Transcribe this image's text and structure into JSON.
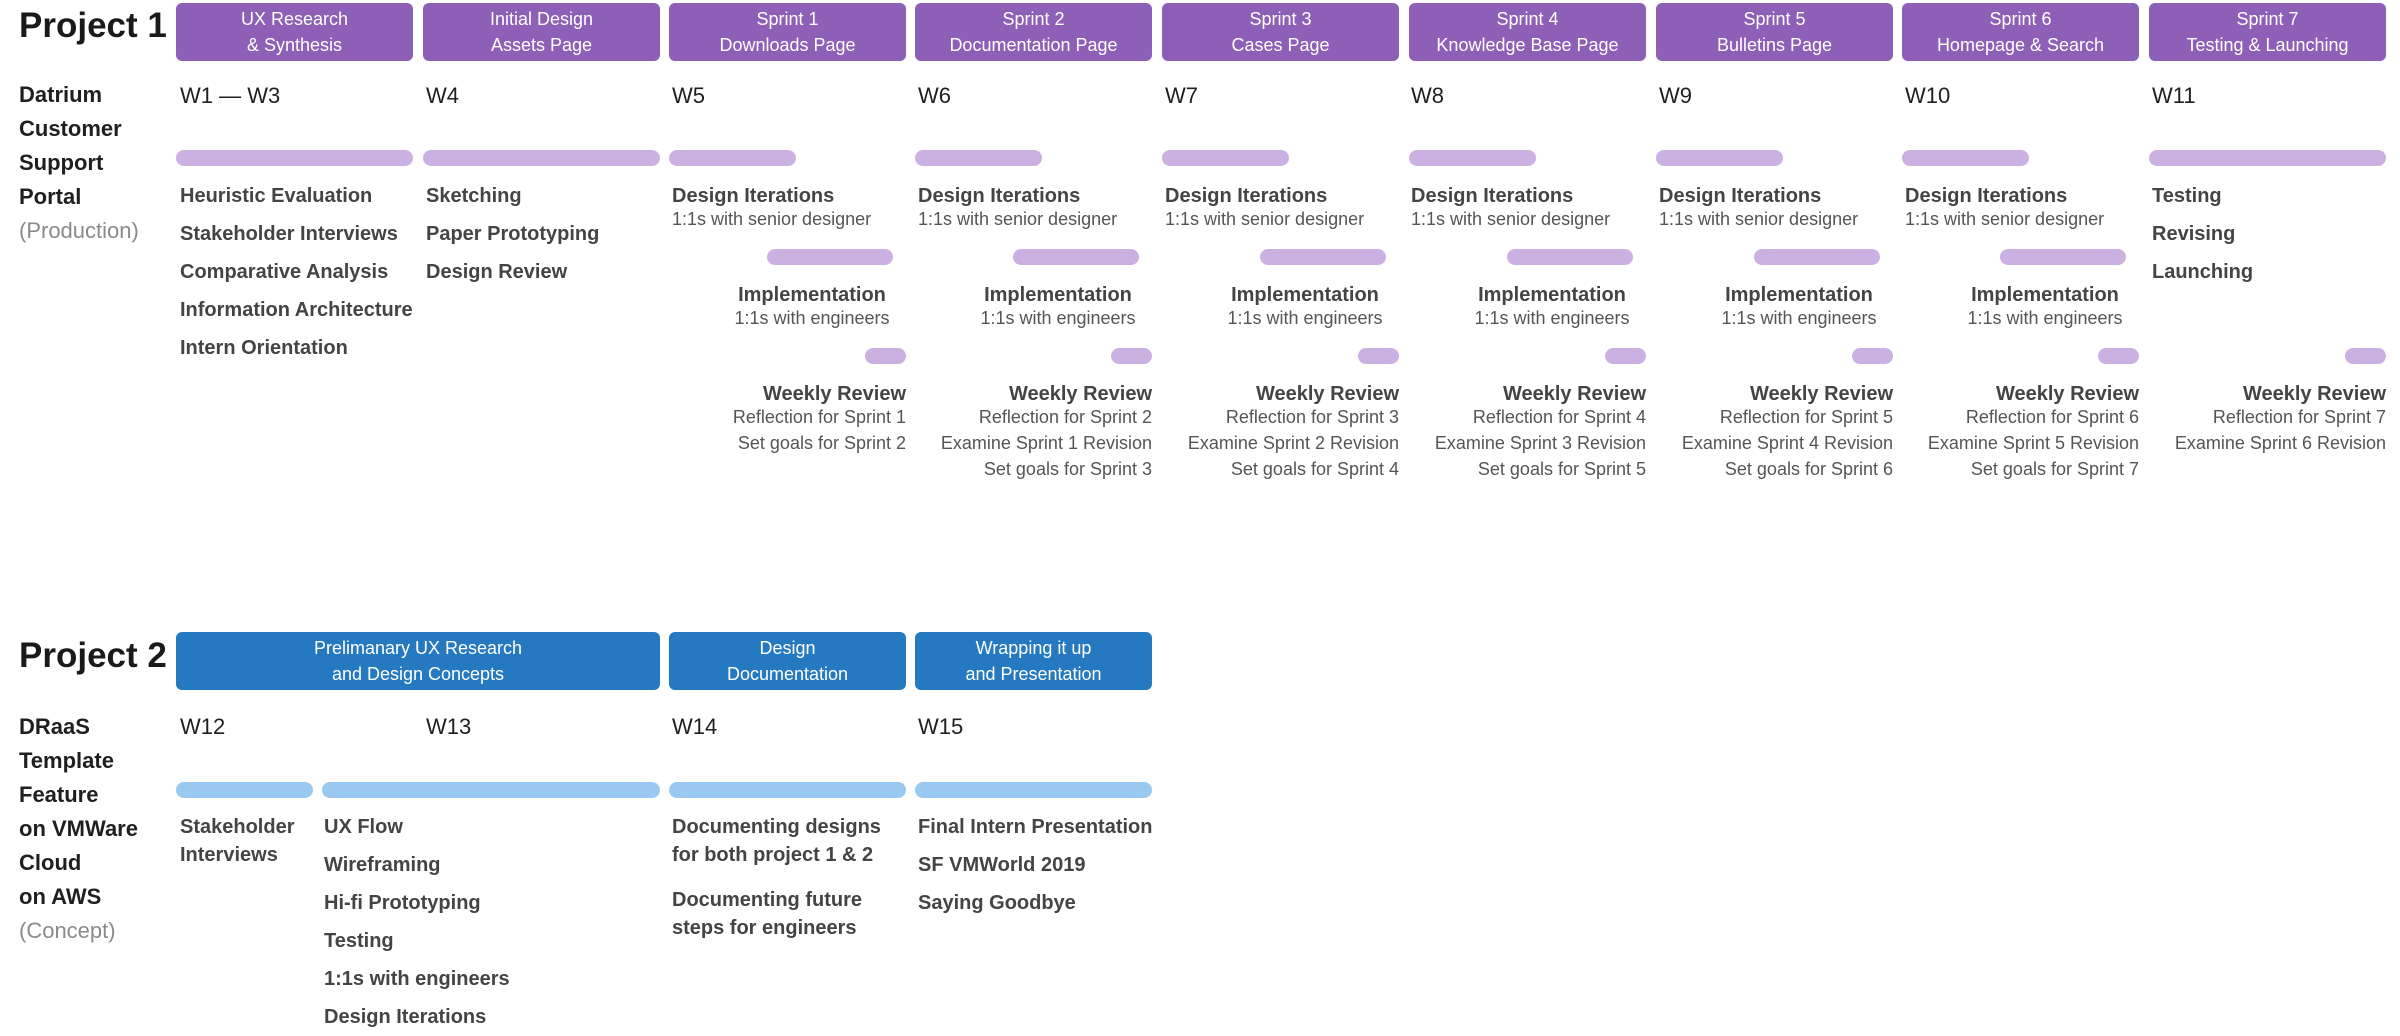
{
  "project1": {
    "title": "Project 1",
    "desc_lines": [
      "Datrium",
      "Customer",
      "Support",
      "Portal"
    ],
    "desc_note": "(Production)",
    "phases": [
      {
        "line1": "UX Research",
        "line2": "& Synthesis"
      },
      {
        "line1": "Initial Design",
        "line2": "Assets Page"
      },
      {
        "line1": "Sprint 1",
        "line2": "Downloads Page"
      },
      {
        "line1": "Sprint 2",
        "line2": "Documentation Page"
      },
      {
        "line1": "Sprint 3",
        "line2": "Cases Page"
      },
      {
        "line1": "Sprint 4",
        "line2": "Knowledge Base Page"
      },
      {
        "line1": "Sprint 5",
        "line2": "Bulletins Page"
      },
      {
        "line1": "Sprint 6",
        "line2": "Homepage & Search"
      },
      {
        "line1": "Sprint 7",
        "line2": "Testing & Launching"
      }
    ],
    "weeks": [
      "W1 — W3",
      "W4",
      "W5",
      "W6",
      "W7",
      "W8",
      "W9",
      "W10",
      "W11"
    ],
    "w1_activities": [
      "Heuristic Evaluation",
      "Stakeholder Interviews",
      "Comparative Analysis",
      "Information Architecture",
      "Intern Orientation"
    ],
    "w4_activities": [
      "Sketching",
      "Paper Prototyping",
      "Design Review"
    ],
    "w11_activities": [
      "Testing",
      "Revising",
      "Launching"
    ],
    "design_iterations": {
      "title": "Design Iterations",
      "sub": "1:1s with senior designer"
    },
    "implementation": {
      "title": "Implementation",
      "sub": "1:1s with engineers"
    },
    "weekly_review_title": "Weekly Review",
    "reviews": [
      [
        "Reflection for Sprint 1",
        "Set  goals for Sprint 2"
      ],
      [
        "Reflection for Sprint 2",
        "Examine Sprint 1 Revision",
        "Set  goals for Sprint 3"
      ],
      [
        "Reflection for Sprint 3",
        "Examine Sprint 2 Revision",
        "Set  goals for Sprint 4"
      ],
      [
        "Reflection for Sprint 4",
        "Examine Sprint 3 Revision",
        "Set  goals for Sprint 5"
      ],
      [
        "Reflection for Sprint 5",
        "Examine Sprint 4 Revision",
        "Set  goals for Sprint 6"
      ],
      [
        "Reflection for Sprint 6",
        "Examine Sprint 5 Revision",
        "Set  goals for Sprint 7"
      ],
      [
        "Reflection for Sprint 7",
        "Examine Sprint 6 Revision"
      ]
    ]
  },
  "project2": {
    "title": "Project 2",
    "desc_lines": [
      "DRaaS",
      "Template",
      "Feature",
      "on VMWare",
      "Cloud",
      "on AWS"
    ],
    "desc_note": "(Concept)",
    "phases": [
      {
        "line1": "Prelimanary UX Research",
        "line2": "and Design Concepts"
      },
      {
        "line1": "Design",
        "line2": "Documentation"
      },
      {
        "line1": "Wrapping it up",
        "line2": "and Presentation"
      }
    ],
    "weeks": [
      "W12",
      "W13",
      "W14",
      "W15"
    ],
    "w12_activities": [
      "Stakeholder Interviews"
    ],
    "w13_activities": [
      "UX Flow",
      "Wireframing",
      "Hi-fi Prototyping",
      "Testing",
      "1:1s with engineers",
      "Design Iterations"
    ],
    "w14_activities": [
      "Documenting designs for both project 1 & 2",
      "Documenting future steps for engineers"
    ],
    "w15_activities": [
      "Final Intern Presentation",
      "SF VMWorld 2019",
      "Saying Goodbye"
    ]
  },
  "colors": {
    "project1_phase": "#8d5fb6",
    "project1_bar": "#cbb1e2",
    "project2_phase": "#2579c0",
    "project2_bar": "#99c9f0"
  }
}
